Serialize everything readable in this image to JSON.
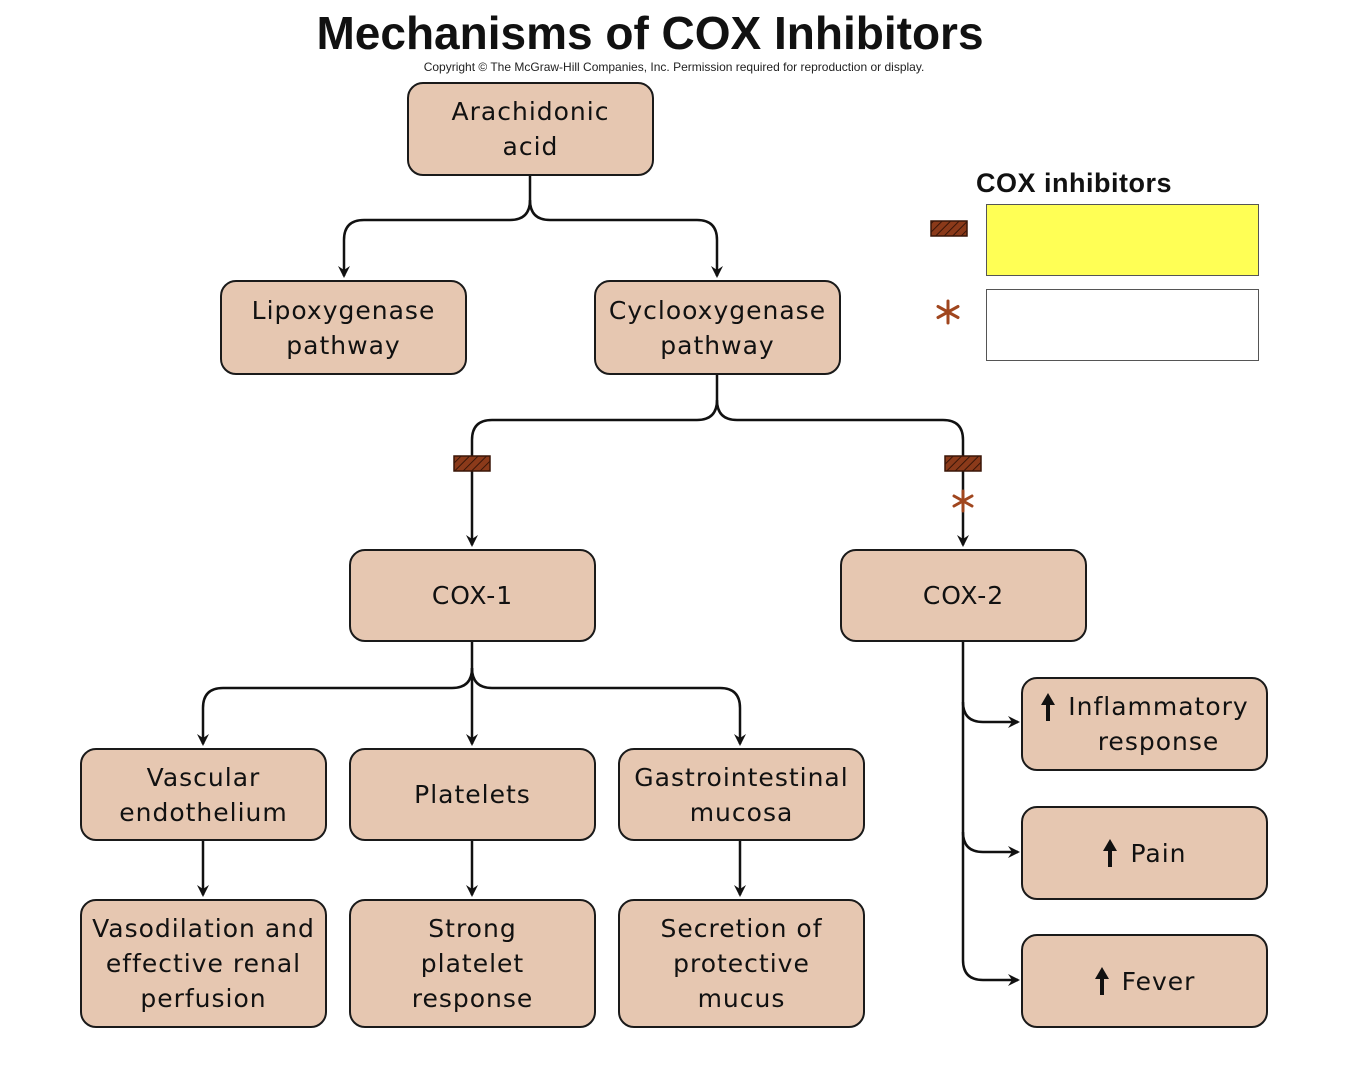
{
  "title": "Mechanisms of COX Inhibitors",
  "copyright": "Copyright © The McGraw-Hill Companies, Inc. Permission required for reproduction or display.",
  "legend": {
    "heading": "COX inhibitors",
    "items": [
      {
        "icon": "hatched-bar-icon",
        "swatch_color": "#ffff55",
        "text": ""
      },
      {
        "icon": "asterisk-icon",
        "swatch_color": "#ffffff",
        "text": ""
      }
    ]
  },
  "nodes": {
    "arachidonic_acid": "Arachidonic\nacid",
    "lipoxygenase": "Lipoxygenase\npathway",
    "cyclooxygenase": "Cyclooxygenase\npathway",
    "cox1": "COX-1",
    "cox2": "COX-2",
    "vascular": "Vascular\nendothelium",
    "platelets": "Platelets",
    "gi": "Gastrointestinal\nmucosa",
    "vasodilation": "Vasodilation and\neffective renal\nperfusion",
    "strong_platelet": "Strong\nplatelet\nresponse",
    "secretion": "Secretion of\nprotective\nmucus",
    "inflammatory": "Inflammatory\nresponse",
    "pain": "Pain",
    "fever": "Fever"
  },
  "colors": {
    "box_fill": "#e6c7b1",
    "inhibitor_bar": "#8b3a1a",
    "asterisk": "#a0461e",
    "legend_highlight": "#ffff55"
  }
}
